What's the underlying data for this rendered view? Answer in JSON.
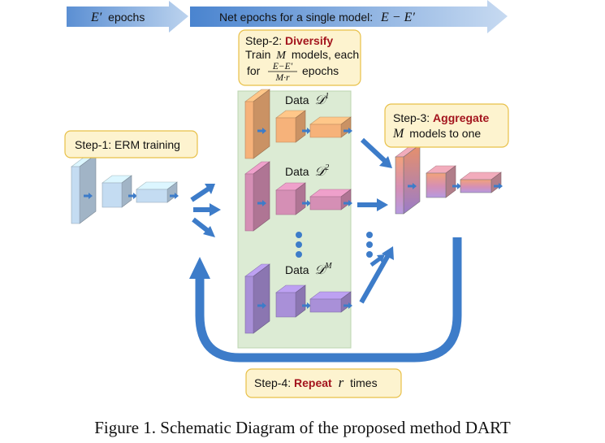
{
  "header": {
    "left_arrow": {
      "symbol": "E′",
      "text": "epochs"
    },
    "right_arrow": {
      "text": "Net epochs for a single model:",
      "formula": "E − E′"
    }
  },
  "step1": {
    "label": "Step-1: ERM training"
  },
  "step2": {
    "prefix": "Step-2: ",
    "keyword": "Diversify",
    "line2_pre": "Train",
    "line2_sym": "M",
    "line2_post": "models, each",
    "line3_pre": "for",
    "frac_num": "E−E′",
    "frac_den": "M·r",
    "line3_post": "epochs"
  },
  "step3": {
    "prefix": "Step-3: ",
    "keyword": "Aggregate",
    "line2_sym": "M",
    "line2_post": "models to one"
  },
  "step4": {
    "prefix": "Step-4: ",
    "keyword": "Repeat",
    "sym": "r",
    "post": "times"
  },
  "data_labels": [
    {
      "text": "Data",
      "sym": "𝒟",
      "sup": "1"
    },
    {
      "text": "Data",
      "sym": "𝒟",
      "sup": "2"
    },
    {
      "text": "Data",
      "sym": "𝒟",
      "sup": "M"
    }
  ],
  "caption": "Figure 1. Schematic Diagram of the proposed method DART",
  "colors": {
    "arrow_blue": "#3d7cc9",
    "box_fill": "#fdf3cf",
    "box_stroke": "#e8c048",
    "panel_fill": "#dcebd4",
    "orange": "#f6b27a",
    "pink": "#d58fb5",
    "purple": "#a990d8",
    "light_blue": "#c4dcf2",
    "keyword_red": "#a3141d"
  }
}
